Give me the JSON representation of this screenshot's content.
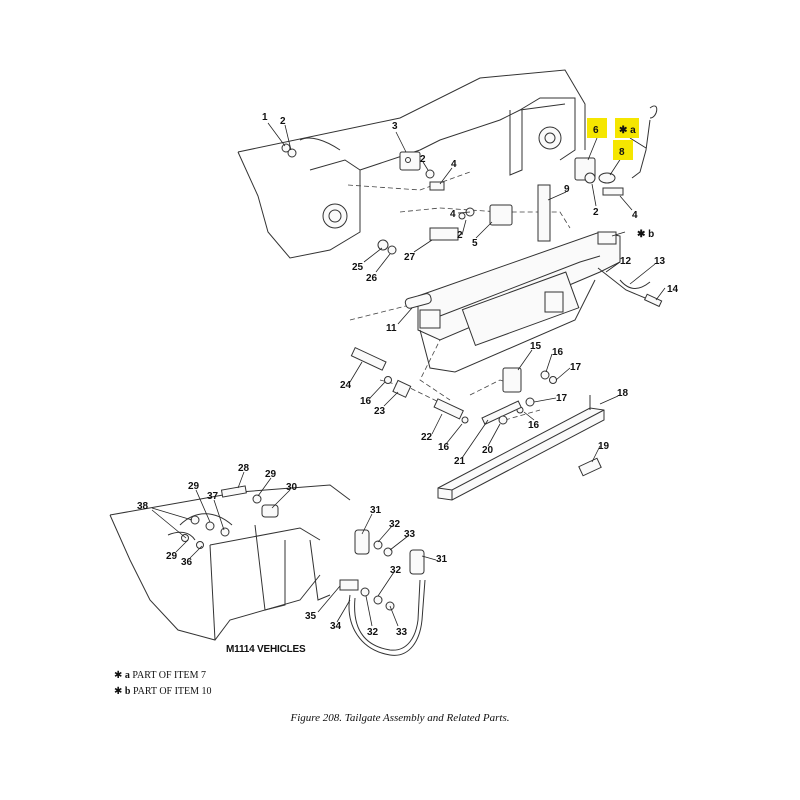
{
  "figure": {
    "caption": "Figure 208.  Tailgate Assembly and Related Parts.",
    "vehicle_label": "M1114 VEHICLES",
    "notes": [
      {
        "symbol": "✱",
        "letter": "a",
        "text": "PART OF ITEM 7"
      },
      {
        "symbol": "✱",
        "letter": "b",
        "text": "PART OF ITEM 10"
      }
    ],
    "callouts": [
      {
        "id": "c1",
        "text": "1"
      },
      {
        "id": "c2a",
        "text": "2"
      },
      {
        "id": "c3",
        "text": "3"
      },
      {
        "id": "c2b",
        "text": "2"
      },
      {
        "id": "c4a",
        "text": "4"
      },
      {
        "id": "c6",
        "text": "6",
        "highlight": true
      },
      {
        "id": "ca",
        "text": "✱ a",
        "highlight": true
      },
      {
        "id": "c8",
        "text": "8",
        "highlight": true
      },
      {
        "id": "c9",
        "text": "9"
      },
      {
        "id": "c2c",
        "text": "2"
      },
      {
        "id": "c4b",
        "text": "4"
      },
      {
        "id": "cb",
        "text": "✱ b"
      },
      {
        "id": "c4c",
        "text": "4"
      },
      {
        "id": "c2d",
        "text": "2"
      },
      {
        "id": "c5",
        "text": "5"
      },
      {
        "id": "c27",
        "text": "27"
      },
      {
        "id": "c25",
        "text": "25"
      },
      {
        "id": "c26",
        "text": "26"
      },
      {
        "id": "c12",
        "text": "12"
      },
      {
        "id": "c13",
        "text": "13"
      },
      {
        "id": "c14",
        "text": "14"
      },
      {
        "id": "c11",
        "text": "11"
      },
      {
        "id": "c15",
        "text": "15"
      },
      {
        "id": "c16a",
        "text": "16"
      },
      {
        "id": "c17a",
        "text": "17"
      },
      {
        "id": "c24",
        "text": "24"
      },
      {
        "id": "c16b",
        "text": "16"
      },
      {
        "id": "c23",
        "text": "23"
      },
      {
        "id": "c17b",
        "text": "17"
      },
      {
        "id": "c16c",
        "text": "16"
      },
      {
        "id": "c18",
        "text": "18"
      },
      {
        "id": "c22",
        "text": "22"
      },
      {
        "id": "c16d",
        "text": "16"
      },
      {
        "id": "c20",
        "text": "20"
      },
      {
        "id": "c21",
        "text": "21"
      },
      {
        "id": "c19",
        "text": "19"
      },
      {
        "id": "c28",
        "text": "28"
      },
      {
        "id": "c29a",
        "text": "29"
      },
      {
        "id": "c29b",
        "text": "29"
      },
      {
        "id": "c30",
        "text": "30"
      },
      {
        "id": "c37",
        "text": "37"
      },
      {
        "id": "c38",
        "text": "38"
      },
      {
        "id": "c31a",
        "text": "31"
      },
      {
        "id": "c32a",
        "text": "32"
      },
      {
        "id": "c33a",
        "text": "33"
      },
      {
        "id": "c29c",
        "text": "29"
      },
      {
        "id": "c36",
        "text": "36"
      },
      {
        "id": "c31b",
        "text": "31"
      },
      {
        "id": "c32b",
        "text": "32"
      },
      {
        "id": "c35",
        "text": "35"
      },
      {
        "id": "c34",
        "text": "34"
      },
      {
        "id": "c32c",
        "text": "32"
      },
      {
        "id": "c33b",
        "text": "33"
      }
    ]
  }
}
